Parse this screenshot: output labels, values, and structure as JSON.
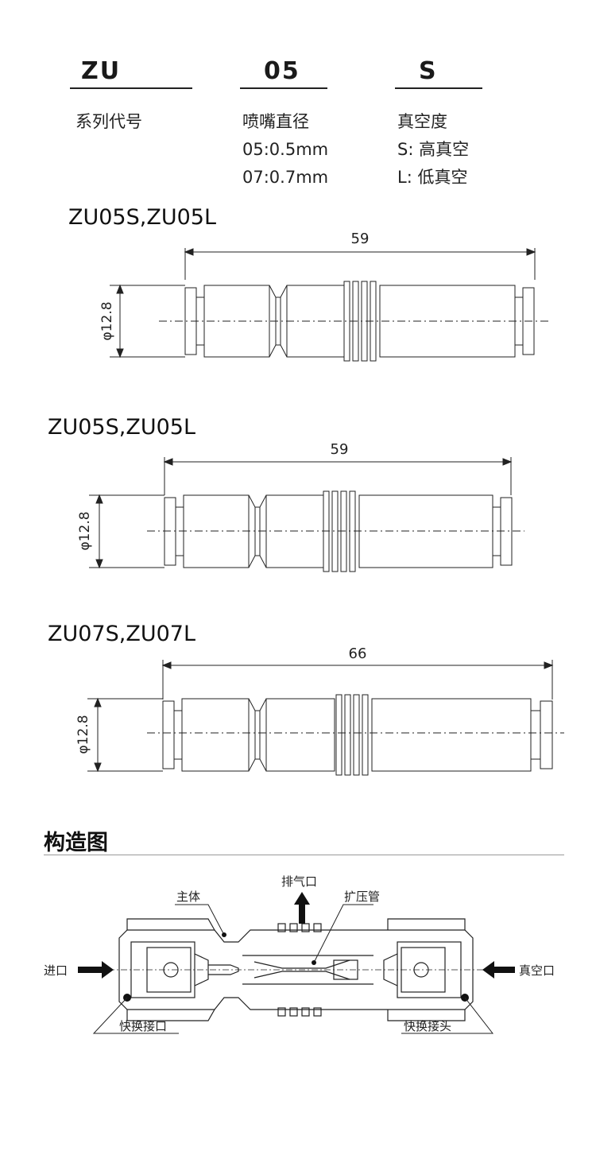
{
  "codes": {
    "series": {
      "code": "ZU",
      "lines": [
        "系列代号"
      ]
    },
    "nozzle": {
      "code": "05",
      "lines": [
        "喷嘴直径",
        "05:0.5mm",
        "07:0.7mm"
      ]
    },
    "vacuum": {
      "code": "S",
      "lines": [
        "真空度",
        "S: 高真空",
        "L: 低真空"
      ]
    }
  },
  "drawings": [
    {
      "model": "ZU05S,ZU05L",
      "length": "59",
      "diameter": "φ12.8"
    },
    {
      "model": "ZU05S,ZU05L",
      "length": "59",
      "diameter": "φ12.8"
    },
    {
      "model": "ZU07S,ZU07L",
      "length": "66",
      "diameter": "φ12.8"
    }
  ],
  "structure": {
    "title": "构造图",
    "labels": {
      "body": "主体",
      "exhaust": "排气口",
      "diffuser": "扩压管",
      "inlet": "进口",
      "vacuum_port": "真空口",
      "quick_port": "快换接口",
      "quick_head": "快换接头"
    }
  }
}
